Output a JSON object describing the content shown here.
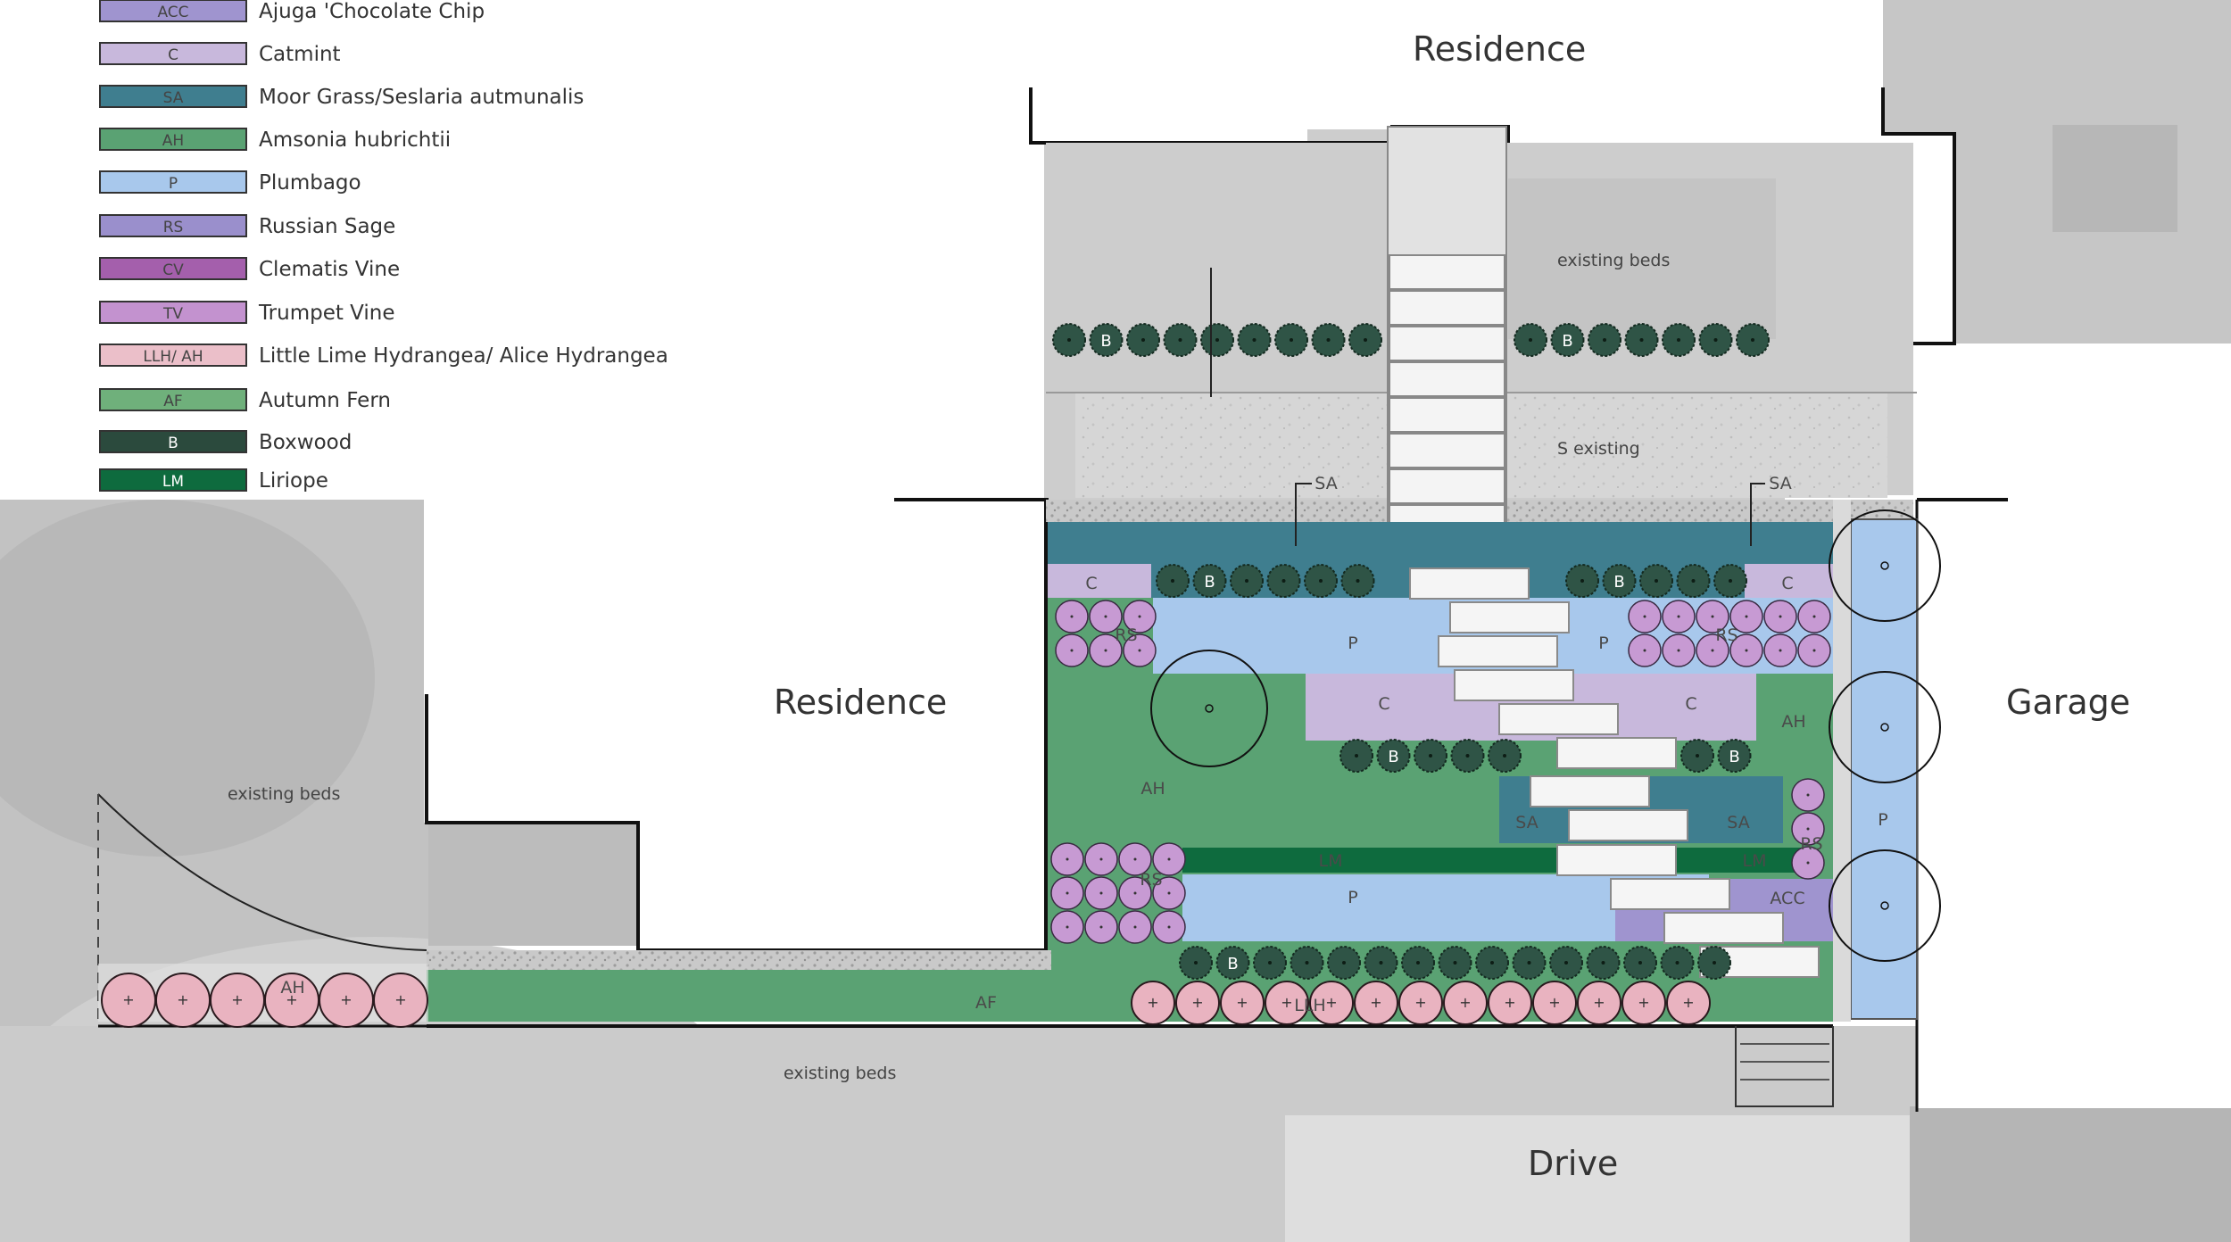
{
  "legend": [
    {
      "code": "ACC",
      "name": "Ajuga 'Chocolate Chip",
      "color": "#9f94cf"
    },
    {
      "code": "C",
      "name": "Catmint",
      "color": "#c8b8dc"
    },
    {
      "code": "SA",
      "name": "Moor Grass/Seslaria autmunalis",
      "color": "#3f7e8f"
    },
    {
      "code": "AH",
      "name": "Amsonia hubrichtii",
      "color": "#5aa273"
    },
    {
      "code": "P",
      "name": "Plumbago",
      "color": "#a8c8ec"
    },
    {
      "code": "RS",
      "name": "Russian Sage",
      "color": "#9a8fcc"
    },
    {
      "code": "CV",
      "name": "Clematis Vine",
      "color": "#a45fac"
    },
    {
      "code": "TV",
      "name": "Trumpet Vine",
      "color": "#c392cf"
    },
    {
      "code": "LLH/ AH",
      "name": "Little Lime Hydrangea/ Alice Hydrangea",
      "color": "#ebbfc9"
    },
    {
      "code": "AF",
      "name": "Autumn Fern",
      "color": "#6fb07b"
    },
    {
      "code": "B",
      "name": "Boxwood",
      "color": "#2b4a3d"
    },
    {
      "code": "LM",
      "name": "Liriope",
      "color": "#0e6b3e"
    }
  ],
  "labels": {
    "residence_top": "Residence",
    "residence_left": "Residence",
    "garage": "Garage",
    "drive": "Drive",
    "existing_beds_top": "existing beds",
    "existing_beds_left": "existing beds",
    "existing_beds_bottom": "existing beds",
    "s_existing": "S existing"
  },
  "codes": {
    "boxwood": "B",
    "catmint": "C",
    "plumbago": "P",
    "russian_sage": "RS",
    "moor_grass": "SA",
    "amsonia": "AH",
    "liriope": "LM",
    "ajuga": "ACC",
    "autumn_fern": "AF",
    "hydrangea": "LLH"
  },
  "colors": {
    "plumbago": "#a8c8ec",
    "catmint": "#c8b8dc",
    "moor_grass": "#3f7e8f",
    "amsonia": "#5aa273",
    "liriope": "#0e6b3e",
    "ajuga": "#9f94cf",
    "autumn_fern": "#6fb07b",
    "boxwood": "#2f5446",
    "russian_sage": "#c79ad3",
    "hydrangea": "#e9b3c0",
    "paving": "#e6e6e6",
    "aerial": "#b9b9b9"
  }
}
